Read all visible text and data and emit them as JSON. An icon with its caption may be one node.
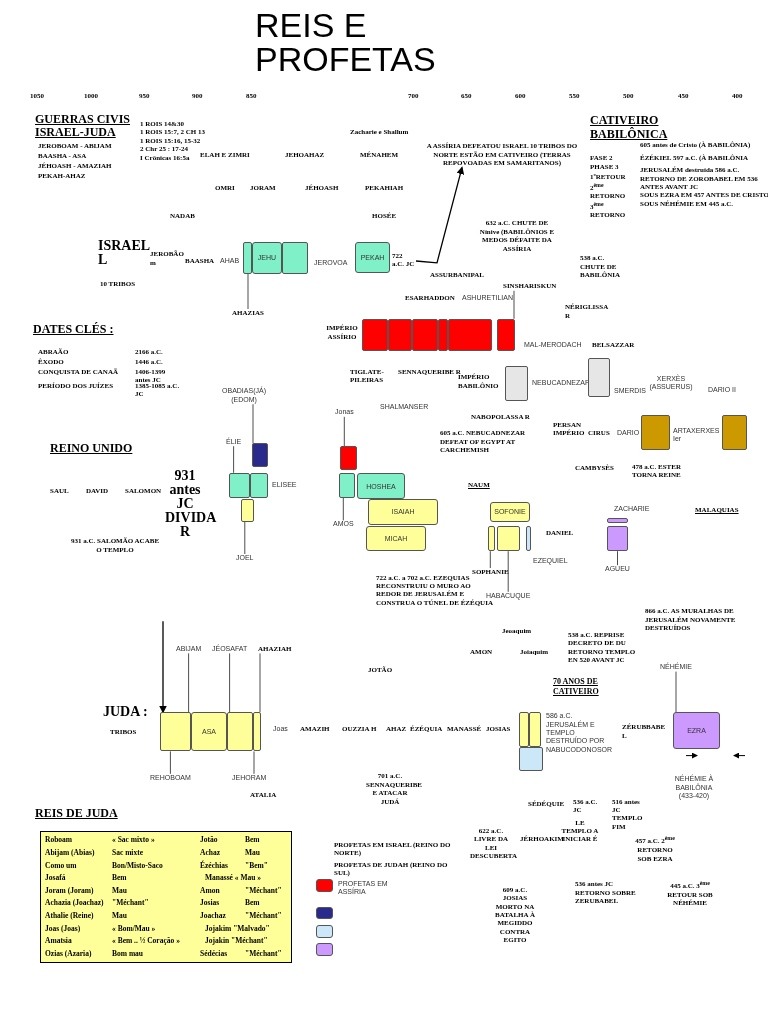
{
  "diagram": {
    "title": "REIS E PROFETAS",
    "nodes": [
      {
        "text": [
          "A ASSÍRIA DEFEATOU ISRAEL 10 TRIBOS DO NORTE ESTÃO EM CATIVEIRO (TERRAS REPOVOADAS EM SAMARITANOS)"
        ]
      },
      {
        "text": [],
        "shape": "box"
      },
      {
        "text": [
          "JEHU"
        ]
      },
      {
        "text": [],
        "shape": "box"
      },
      {
        "text": [
          "PEKAH"
        ]
      },
      {
        "text": [
          "AHAZIAS"
        ]
      },
      {
        "text": [
          "SINSHARISKUN"
        ]
      },
      {
        "text": [],
        "shape": "box"
      },
      {
        "text": [],
        "shape": "box"
      },
      {
        "text": [],
        "shape": "box"
      },
      {
        "text": [],
        "shape": "box"
      },
      {
        "text": [],
        "shape": "box"
      },
      {
        "text": [],
        "shape": "box"
      },
      {
        "text": [],
        "shape": "box"
      },
      {
        "text": [],
        "shape": "box"
      },
      {
        "text": [],
        "shape": "box"
      },
      {
        "text": [],
        "shape": "box"
      },
      {
        "text": [
          "OBADIAS(JÁ) (EDOM)"
        ]
      },
      {
        "text": [
          "Jonas"
        ]
      },
      {
        "text": [],
        "shape": "box"
      },
      {
        "text": [],
        "shape": "box"
      },
      {
        "text": [
          "ÉLIE"
        ]
      },
      {
        "text": [],
        "shape": "box"
      },
      {
        "text": [],
        "shape": "box"
      },
      {
        "text": [],
        "shape": "box"
      },
      {
        "text": [
          "HOSHEA"
        ]
      },
      {
        "text": [],
        "shape": "box"
      },
      {
        "text": [
          "ISAIAH"
        ]
      },
      {
        "text": [
          "SOFONIE"
        ]
      },
      {
        "text": [
          "MICAH"
        ]
      },
      {
        "text": [],
        "shape": "box"
      },
      {
        "text": [],
        "shape": "box"
      },
      {
        "text": [],
        "shape": "box"
      },
      {
        "text": [],
        "shape": "box"
      },
      {
        "text": [],
        "shape": "box"
      },
      {
        "text": [
          "JOEL"
        ]
      },
      {
        "text": [
          "AMOS"
        ]
      },
      {
        "text": [
          "SOPHANIE"
        ]
      },
      {
        "text": [
          "HABACUQUE"
        ]
      },
      {
        "text": [
          "AGUEU"
        ]
      },
      {
        "text": [
          "ABIJAM"
        ]
      },
      {
        "text": [
          "JÉOSAFAT"
        ]
      },
      {
        "text": [
          "AHAZIAH"
        ]
      },
      {
        "text": [
          "NÉHÉMIE"
        ]
      },
      {
        "text": [],
        "shape": "box"
      },
      {
        "text": [
          "ASA"
        ]
      },
      {
        "text": [],
        "shape": "box"
      },
      {
        "text": [],
        "shape": "box"
      },
      {
        "text": [],
        "shape": "box"
      },
      {
        "text": [],
        "shape": "box"
      },
      {
        "text": [],
        "shape": "box"
      },
      {
        "text": [
          "EZRA"
        ]
      },
      {
        "text": [
          "REHOBOAM"
        ]
      },
      {
        "text": [
          "JEHORAM"
        ]
      },
      {
        "text": [],
        "shape": "box"
      },
      {
        "text": [],
        "shape": "box"
      },
      {
        "text": [],
        "shape": "box"
      },
      {
        "text": [
          "722 a.C. JC"
        ]
      }
    ],
    "edges": [
      {
        "from": 57,
        "to": 0,
        "arrow": "to"
      },
      {
        "from": 5,
        "to": 1,
        "arrow": "none"
      },
      {
        "from": 6,
        "to": 12,
        "arrow": "none"
      },
      {
        "from": 17,
        "to": 19,
        "arrow": "none"
      },
      {
        "from": 18,
        "to": 20,
        "arrow": "none"
      },
      {
        "from": 21,
        "to": 22,
        "arrow": "none"
      },
      {
        "from": 35,
        "to": 26,
        "arrow": "none"
      },
      {
        "from": 36,
        "to": 24,
        "arrow": "none"
      },
      {
        "from": 37,
        "to": 30,
        "arrow": "none"
      },
      {
        "from": 38,
        "to": 31,
        "arrow": "none"
      },
      {
        "from": 39,
        "to": 34,
        "arrow": "none"
      },
      {
        "from": 40,
        "to": 44,
        "arrow": "none"
      },
      {
        "from": 41,
        "to": 46,
        "arrow": "none"
      },
      {
        "from": 42,
        "to": 47,
        "arrow": "none"
      },
      {
        "from": 43,
        "to": 51,
        "arrow": "none"
      },
      {
        "from": 52,
        "to": 44,
        "arrow": "none"
      },
      {
        "from": 53,
        "to": 47,
        "arrow": "none"
      },
      {
        "from": null,
        "to": 44,
        "arrow": "to"
      }
    ],
    "labels": [
      "1050",
      "1000",
      "950",
      "900",
      "850",
      "700",
      "650",
      "600",
      "550",
      "500",
      "450",
      "400",
      "GUERRAS CIVIS ISRAEL-JUDA",
      "JEROBOAM - ABIJAM",
      "BAASHA - ASA",
      "JÉHOASH - AMAZIAH",
      "PEKAH-AHAZ",
      "1 ROIS 14&30",
      "1 ROIS 15:7, 2 CH 13",
      "1 ROIS 15:16, 15-32",
      "2 Chr 25 : 17-24",
      "I Crônicas 16:5a",
      "Zacharie e Shallum",
      "ELAH E ZIMRI",
      "JEHOAHAZ",
      "MÉNAHEM",
      "OMRI",
      "JORAM",
      "JÉHOASH",
      "PEKAHIAH",
      "NADAB",
      "HOSÉE",
      "CATIVEIRO BABILÔNICA",
      "605 antes de Cristo (À BABILÔNIA)",
      "FASE 2",
      "ÉZÉKIEL 597 a.C. (À BABILÔNIA",
      "PHASE 3",
      "1ºRETOUR 2$^{ème}$ RETORNO 3$^{ème}$ RETORNO",
      "JERUSALÉM destruída 586 a.C. RETORNO DE ZOROBABEL EM 536 ANTES AVANT JC",
      "SOUS EZRA EM 457 ANTES DE CRISTO",
      "SOUS NÉHÉMIE EM 445 a.C.",
      "632 a.C. CHUTE DE Nínive (BABILÔNIOS E MEDOS DÉFAITE DA ASSÍRIA",
      "538 a.C. CHUTE DE BABILÔNIA",
      "ISRAEL L",
      "10 TRIBOS",
      "JEROBÃO m",
      "BAASHA",
      "AHAB",
      "JEROVOA",
      "ASSURBANIPAL",
      "ESARHADDON",
      "ASHURETILIAN",
      "NÉRIGLISSA R",
      "IMPÉRIO ASSÍRIO",
      "MAL-MERODACH",
      "BELSAZZAR",
      "DATES CLÉS :",
      "ABRAÃO",
      "2166 a.C.",
      "ÊXODO",
      "1446 a.C.",
      "CONQUISTA DE CANAÃ",
      "1406-1399 antes JC",
      "PERÍODO DOS JUÍZES",
      "1385-1085 a.C. JC",
      "TIGLATE-PILEIRAS",
      "SENNAQUERIBE R",
      "IMPÉRIO BABILÔNIO",
      "NEBUCADNEZAR",
      "SMERDIS",
      "XERXÈS (ASSUERUS)",
      "DARIO II",
      "SHALMANSER",
      "NABOPOLASSA R",
      "605 a.C. NEBUCADNEZAR DEFEAT OF EGYPT AT CARCHEMISH",
      "PERSAN IMPÉRIO",
      "CIRUS",
      "DARIO",
      "ARTAXERXES Ier",
      "REINO UNIDO",
      "931 antes JC DIVIDA R",
      "SAUL",
      "DAVID",
      "SALOMON",
      "ELISEE",
      "CAMBYSÈS",
      "478 a.C. ESTER TORNA REINE",
      "NAUM",
      "ZACHARIE",
      "MALAQUIAS",
      "DANIEL",
      "931 a.C. SALOMÃO ACABE O TEMPLO",
      "EZEQUIEL",
      "722 a.C. a 702 a.C. EZEQUIAS RECONSTRUIU O MURO AO REDOR DE JERUSALÉM E CONSTRUA O TÚNEL DE ÉZÉQUIA",
      "866 a.C. AS MURALHAS DE JERUSALÉM NOVAMENTE DESTRUÍDOS",
      "Jeoaquim",
      "538 a.C. REPRISE DECRETO DE DU RETORNO TEMPLO EN 520 AVANT JC",
      "AMON",
      "Joiaquim",
      "JOTÃO",
      "70 ANOS DE CATIVEIRO",
      "JUDA :",
      "TRIBOS",
      "Joas",
      "AMAZIH",
      "OUZZIA H",
      "AHAZ",
      "ÉZÉQUIA",
      "MANASSÉ",
      "JOSIAS",
      "586 a.C. JERUSALÉM E TEMPLO DESTRUÍDO POR NABUCODONOSOR",
      "ZÉRUBBABE L",
      "701 a.C. SENNAQUERIBE E ATACAR JUDÁ",
      "NÉHÉMIE À BABILÔNIA (433-420)",
      "ATALIA",
      "SÉDÉQUIE",
      "536 a.C. JC",
      "516 antes JC TEMPLO FIM",
      "REIS DE JUDA",
      "LE TEMPLO A INICIAR É",
      "PROFETAS EM ISRAEL (REINO DO NORTE)",
      "622 a.C. LIVRE DA LEI DESCUBERTA",
      "JÉRHOAKIM",
      "457 a.C. 2$^{ème}$ RETORNO SOB EZRA",
      "PROFETAS DE JUDAH (REINO DO SUL)",
      "Roboam",
      "« Sac mixto »",
      "Jotão",
      "Bem",
      "Abijam (Abias)",
      "Sac mixte",
      "Achaz",
      "Mau",
      "Como um",
      "Bon/Misto-Saco",
      "Ézéchias",
      "\"Bem\"",
      "Josafá",
      "Bem",
      "Manassé « Mau »",
      "Joram (Joram)",
      "Mau",
      "Amon",
      "\"Méchant\"",
      "Achazia (Joachaz)",
      "\"Méchant\"",
      "Josias",
      "Bem",
      "Athalie (Reine)",
      "Mau",
      "Joachaz",
      "\"Méchant\"",
      "Joas (Joas)",
      "« Bom/Mau »",
      "Jojakim \"Malvado\"",
      "Amatsia",
      "« Bem .. ½ Coração »",
      "Jojakin \"Méchant\"",
      "Ozias (Azaria)",
      "Bom mau",
      "Sédécias",
      "\"Méchant\"",
      "609 a.C. JOSIAS MORTO NA BATALHA À MEGIDDO CONTRA EGITO",
      "536 antes JC RETORNO SOBRE ZERUBABEL",
      "445 a.C. 3$^{ème}$ RETOUR SOB NÉHÉMIE"
    ],
    "legend": [
      {
        "text": "PROFETAS EM ASSÍRIA",
        "color": "#ff0000"
      }
    ]
  }
}
